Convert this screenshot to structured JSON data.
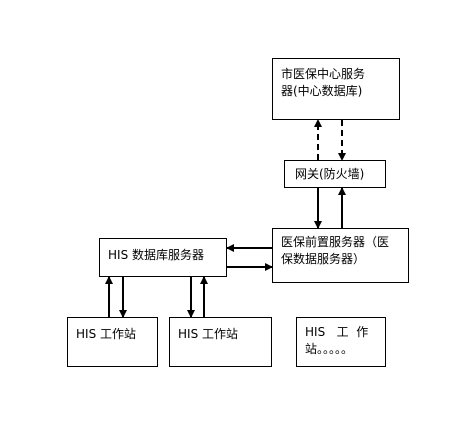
{
  "nodes": {
    "city_server": [
      "市医保中心服务",
      "器(中心数据库)"
    ],
    "gateway": "网关(防火墙)",
    "front_server": [
      "医保前置服务器（医",
      "保数据服务器）"
    ],
    "his_db_server": "HIS 数据库服务器",
    "ws1": "HIS 工作站",
    "ws2": "HIS 工作站",
    "ws3": [
      "HIS   工  作",
      "站。。。。。"
    ]
  }
}
